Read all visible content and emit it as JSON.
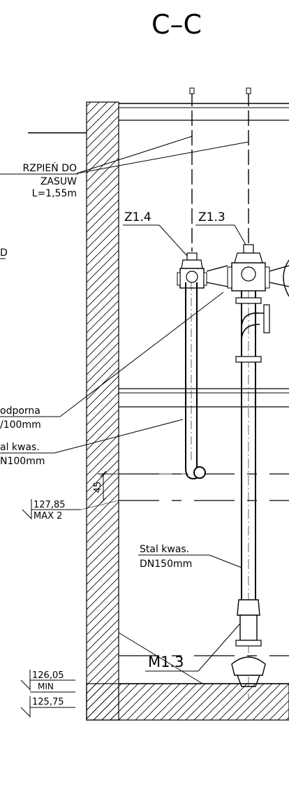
{
  "section_title": "C–C",
  "labels": {
    "spindle_line1": "RZPIEŃ DO",
    "spindle_line2": "ZASUW",
    "spindle_line3": "L=1,55m",
    "valve_z14": "Z1.4",
    "valve_z13": "Z1.3",
    "left_partial": "D",
    "support_line1": "odporna",
    "support_line2": "/100mm",
    "pipe_left_line1": "al  kwas.",
    "pipe_left_line2": "N100mm",
    "pipe_main_line1": "Stal  kwas.",
    "pipe_main_line2": "DN150mm",
    "pump": "M1.3",
    "dim_45": "45"
  },
  "levels": [
    {
      "value": "127,85",
      "note": "MAX 2"
    },
    {
      "value": "126,05",
      "note": "MIN"
    },
    {
      "value": "125,75",
      "note": ""
    }
  ]
}
